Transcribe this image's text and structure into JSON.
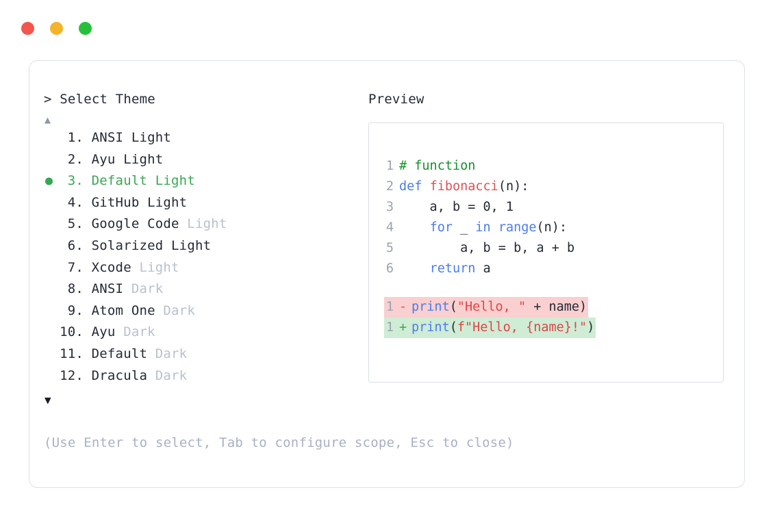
{
  "window": {
    "traffic_lights": [
      {
        "name": "close",
        "color": "#f2564d"
      },
      {
        "name": "minimize",
        "color": "#f4b32c"
      },
      {
        "name": "zoom",
        "color": "#27c03c"
      }
    ]
  },
  "left": {
    "prompt": "> Select Theme",
    "scroll_up_icon": "▲",
    "scroll_down_icon": "▼",
    "selected_index": 3,
    "selected_bullet": "●",
    "selected_color": "#3aa653",
    "items": [
      {
        "num": "1.",
        "name": "ANSI",
        "variant": " Light",
        "dim": false,
        "selected": false
      },
      {
        "num": "2.",
        "name": "Ayu",
        "variant": " Light",
        "dim": false,
        "selected": false
      },
      {
        "num": "3.",
        "name": "Default",
        "variant": " Light",
        "dim": false,
        "selected": true
      },
      {
        "num": "4.",
        "name": "GitHub",
        "variant": " Light",
        "dim": false,
        "selected": false
      },
      {
        "num": "5.",
        "name": "Google Code",
        "variant": " Light",
        "dim": true,
        "selected": false
      },
      {
        "num": "6.",
        "name": "Solarized",
        "variant": " Light",
        "dim": false,
        "selected": false
      },
      {
        "num": "7.",
        "name": "Xcode",
        "variant": " Light",
        "dim": true,
        "selected": false
      },
      {
        "num": "8.",
        "name": "ANSI",
        "variant": " Dark",
        "dim": true,
        "selected": false
      },
      {
        "num": "9.",
        "name": "Atom One",
        "variant": " Dark",
        "dim": true,
        "selected": false
      },
      {
        "num": "10.",
        "name": "Ayu",
        "variant": " Dark",
        "dim": true,
        "selected": false
      },
      {
        "num": "11.",
        "name": "Default",
        "variant": " Dark",
        "dim": true,
        "selected": false
      },
      {
        "num": "12.",
        "name": "Dracula",
        "variant": " Dark",
        "dim": true,
        "selected": false
      }
    ],
    "hint": "(Use Enter to select, Tab to configure scope, Esc to close)"
  },
  "preview": {
    "title": "Preview",
    "code_lines": [
      {
        "ln": "1",
        "tokens": [
          {
            "t": "# function",
            "c": "comment"
          }
        ]
      },
      {
        "ln": "2",
        "tokens": [
          {
            "t": "def ",
            "c": "keyword"
          },
          {
            "t": "fibonacci",
            "c": "func"
          },
          {
            "t": "(n):",
            "c": "plain"
          }
        ]
      },
      {
        "ln": "3",
        "tokens": [
          {
            "t": "    a, b = 0, 1",
            "c": "plain"
          }
        ]
      },
      {
        "ln": "4",
        "tokens": [
          {
            "t": "    ",
            "c": "plain"
          },
          {
            "t": "for",
            "c": "keyword"
          },
          {
            "t": " _ ",
            "c": "plain"
          },
          {
            "t": "in",
            "c": "keyword"
          },
          {
            "t": " ",
            "c": "plain"
          },
          {
            "t": "range",
            "c": "builtin"
          },
          {
            "t": "(n):",
            "c": "plain"
          }
        ]
      },
      {
        "ln": "5",
        "tokens": [
          {
            "t": "        a, b = b, a + b",
            "c": "plain"
          }
        ]
      },
      {
        "ln": "6",
        "tokens": [
          {
            "t": "    ",
            "c": "plain"
          },
          {
            "t": "return",
            "c": "keyword"
          },
          {
            "t": " a",
            "c": "plain"
          }
        ]
      }
    ],
    "diff_lines": [
      {
        "ln": "1",
        "marker": "-",
        "kind": "del",
        "bg": "#f9cfcf",
        "tokens": [
          {
            "t": "print",
            "c": "builtin"
          },
          {
            "t": "(",
            "c": "plain"
          },
          {
            "t": "\"Hello, \"",
            "c": "string"
          },
          {
            "t": " + name)",
            "c": "plain"
          }
        ]
      },
      {
        "ln": "1",
        "marker": "+",
        "kind": "add",
        "bg": "#cfecd5",
        "tokens": [
          {
            "t": "print",
            "c": "builtin"
          },
          {
            "t": "(",
            "c": "plain"
          },
          {
            "t": "f\"Hello, {name}!\"",
            "c": "string"
          },
          {
            "t": ")",
            "c": "plain"
          }
        ]
      }
    ]
  }
}
